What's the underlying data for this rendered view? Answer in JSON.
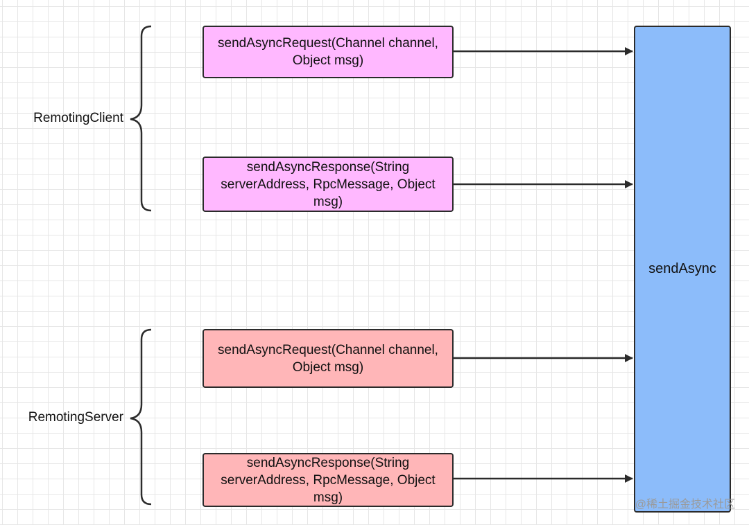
{
  "groups": [
    {
      "label": "RemotingClient",
      "methods": [
        "sendAsyncRequest(Channel channel, Object msg)",
        "sendAsyncResponse(String serverAddress, RpcMessage, Object msg)"
      ]
    },
    {
      "label": "RemotingServer",
      "methods": [
        "sendAsyncRequest(Channel channel, Object msg)",
        "sendAsyncResponse(String serverAddress, RpcMessage, Object msg)"
      ]
    }
  ],
  "target": {
    "label": "sendAsync"
  },
  "watermark": "@稀土掘金技术社区",
  "colors": {
    "client_box": "#ffb8ff",
    "server_box": "#ffb6b8",
    "target_box": "#8cbcfa",
    "stroke": "#2b2b2b",
    "grid": "#e6e6e6"
  }
}
